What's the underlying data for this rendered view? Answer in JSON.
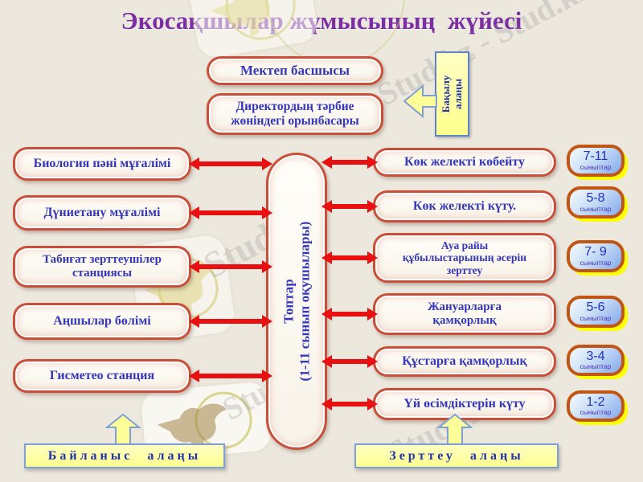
{
  "title": "Экосақшылар жұмысының  жүйесі",
  "top_boxes": {
    "school_head": "Мектеп басшысы",
    "deputy_director": "Директордың тәрбие жөніндегі орынбасары"
  },
  "control_area": {
    "line1": "Бақылу",
    "line2": "алаңы"
  },
  "left_boxes": [
    "Биология пәні мұғалімі",
    "Дүниетану мұғалімі",
    "Табиғат зерттеушілер станциясы",
    "Аңшылар бөлімі",
    "Гисметео станция"
  ],
  "center_pill": {
    "line1": "Топтар",
    "line2": "(1-11 сынып оқушылары)"
  },
  "right_boxes": [
    "Көк желекті көбейту",
    "Көк желекті күту.",
    "Ауа райы құбылыстарының әсерін зерттеу",
    "Жануарларға қамқорлық",
    "Құстарға қамқорлық",
    "Үй өсімдіктерін күту"
  ],
  "class_buttons": [
    {
      "range": "7-11",
      "label": "сыныптар"
    },
    {
      "range": "5-8",
      "label": "сыныптар"
    },
    {
      "range": "7- 9",
      "label": "сыныптар"
    },
    {
      "range": "5-6",
      "label": "сыныптар"
    },
    {
      "range": "3-4",
      "label": "сыныптар"
    },
    {
      "range": "1-2",
      "label": "сыныптар"
    }
  ],
  "banners": {
    "communication": "Байланыс алаңы",
    "research": "Зерттеу алаңы"
  },
  "watermark": {
    "single": "Stud.kz",
    "pair": "Stud.kz - Stud.kz"
  },
  "colors": {
    "background": "#ece8de",
    "title": "#7b2fa3",
    "box_border": "#c94f38",
    "box_text": "#3536be",
    "arrow_red": "#e81010",
    "button_border": "#c05514",
    "button_fill": "#85a9ea",
    "button_shadow": "#ffff00",
    "banner_fill": "#ffff9e",
    "banner_border": "#7fa0d4",
    "banner_text": "#2233aa"
  }
}
